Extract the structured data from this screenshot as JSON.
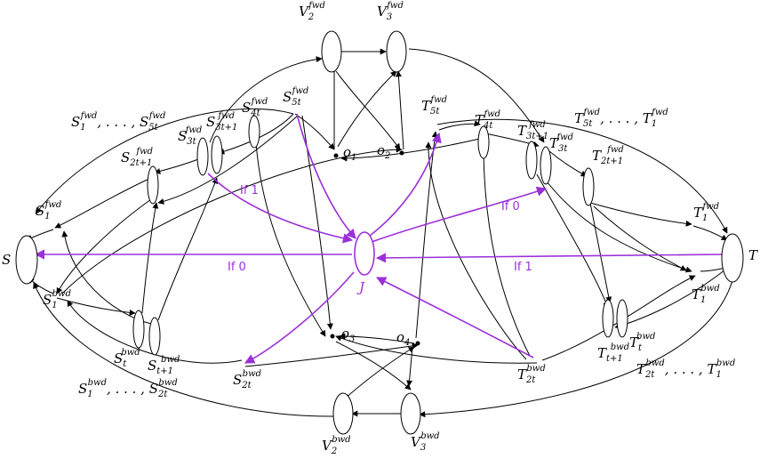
{
  "colors": {
    "highlight": "#9b30d9",
    "stroke": "#000000"
  },
  "nodes": {
    "S": {
      "main": "S"
    },
    "T": {
      "main": "T"
    },
    "J": {
      "main": "J"
    },
    "o1": {
      "main": "o",
      "sub": "1"
    },
    "o2": {
      "main": "o",
      "sub": "2"
    },
    "o3": {
      "main": "o",
      "sub": "3"
    },
    "o4": {
      "main": "o",
      "sub": "4"
    },
    "V2f": {
      "main": "V",
      "sub": "2",
      "sup": "fwd"
    },
    "V3f": {
      "main": "V",
      "sub": "3",
      "sup": "fwd"
    },
    "V2b": {
      "main": "V",
      "sub": "2",
      "sup": "bwd"
    },
    "V3b": {
      "main": "V",
      "sub": "3",
      "sup": "bwd"
    },
    "S1f": {
      "main": "S",
      "sub": "1",
      "sup": "fwd"
    },
    "S2t1f": {
      "main": "S",
      "sub": "2t+1",
      "sup": "fwd"
    },
    "S3tf": {
      "main": "S",
      "sub": "3t",
      "sup": "fwd"
    },
    "S3t1f": {
      "main": "S",
      "sub": "3t+1",
      "sup": "fwd"
    },
    "S4tf": {
      "main": "S",
      "sub": "4t",
      "sup": "fwd"
    },
    "S5tf": {
      "main": "S",
      "sub": "5t",
      "sup": "fwd"
    },
    "S1b": {
      "main": "S",
      "sub": "1",
      "sup": "bwd"
    },
    "Stb": {
      "main": "S",
      "sub": "t",
      "sup": "bwd"
    },
    "St1b": {
      "main": "S",
      "sub": "t+1",
      "sup": "bwd"
    },
    "S2tb": {
      "main": "S",
      "sub": "2t",
      "sup": "bwd"
    },
    "T1f": {
      "main": "T",
      "sub": "1",
      "sup": "fwd"
    },
    "T2t1f": {
      "main": "T",
      "sub": "2t+1",
      "sup": "fwd"
    },
    "T3tf": {
      "main": "T",
      "sub": "3t",
      "sup": "fwd"
    },
    "T3t1f": {
      "main": "T",
      "sub": "3t+1",
      "sup": "fwd"
    },
    "T4tf": {
      "main": "T",
      "sub": "4t",
      "sup": "fwd"
    },
    "T5tf": {
      "main": "T",
      "sub": "5t",
      "sup": "fwd"
    },
    "T1b": {
      "main": "T",
      "sub": "1",
      "sup": "bwd"
    },
    "Ttb": {
      "main": "T",
      "sub": "t",
      "sup": "bwd"
    },
    "Tt1b": {
      "main": "T",
      "sub": "t+1",
      "sup": "bwd"
    },
    "T2tb": {
      "main": "T",
      "sub": "2t",
      "sup": "bwd"
    }
  },
  "group_labels": {
    "S_fwd_range": {
      "a": "S",
      "a_sub": "1",
      "a_sup": "fwd",
      "sep": ", . . . , ",
      "b": "S",
      "b_sub": "5t",
      "b_sup": "fwd"
    },
    "S_bwd_range": {
      "a": "S",
      "a_sub": "1",
      "a_sup": "bwd",
      "sep": ", . . . , ",
      "b": "S",
      "b_sub": "2t",
      "b_sup": "bwd"
    },
    "T_fwd_range": {
      "a": "T",
      "a_sub": "5t",
      "a_sup": "fwd",
      "sep": ", . . . , ",
      "b": "T",
      "b_sub": "1",
      "b_sup": "fwd"
    },
    "T_bwd_range": {
      "a": "T",
      "a_sub": "2t",
      "a_sup": "bwd",
      "sep": ", . . . , ",
      "b": "T",
      "b_sub": "1",
      "b_sup": "bwd"
    }
  },
  "edge_labels": {
    "if1_left": "If 1",
    "if0_left": "If 0",
    "if0_right": "If 0",
    "if1_right": "If 1"
  }
}
